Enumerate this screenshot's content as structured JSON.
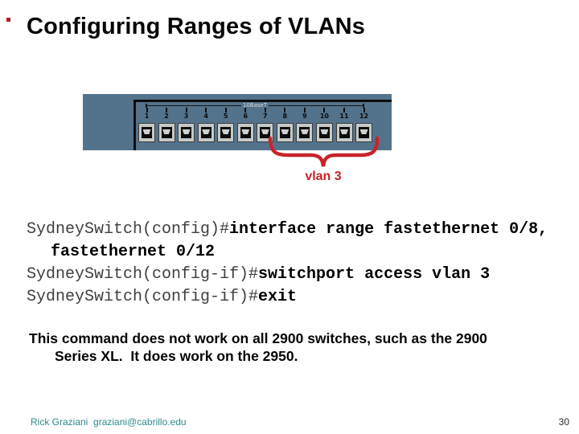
{
  "slide": {
    "title": "Configuring Ranges of VLANs",
    "footer_author": "Rick Graziani  graziani@cabrillo.edu",
    "page_number": "30",
    "accent_red": "#C8232A",
    "footer_teal": "#2E8B8B"
  },
  "switch_graphic": {
    "top_label": "10BaseT",
    "port_numbers": [
      "1",
      "2",
      "3",
      "4",
      "5",
      "6",
      "7",
      "8",
      "9",
      "10",
      "11",
      "12"
    ],
    "panel_color": "#53738C",
    "annotation_label": "vlan 3"
  },
  "code_block": {
    "lines": [
      {
        "prompt": "SydneySwitch(config)#",
        "command": "interface range fastethernet 0/8,",
        "indent": false
      },
      {
        "prompt": "",
        "command": "fastethernet 0/12",
        "indent": true
      },
      {
        "prompt": "SydneySwitch(config-if)#",
        "command": "switchport access vlan 3",
        "indent": false
      },
      {
        "prompt": "SydneySwitch(config-if)#",
        "command": "exit",
        "indent": false
      }
    ]
  },
  "note": {
    "lines": [
      "This command does not work on all 2900 switches, such as the 2900",
      "Series XL.  It does work on the 2950."
    ]
  }
}
